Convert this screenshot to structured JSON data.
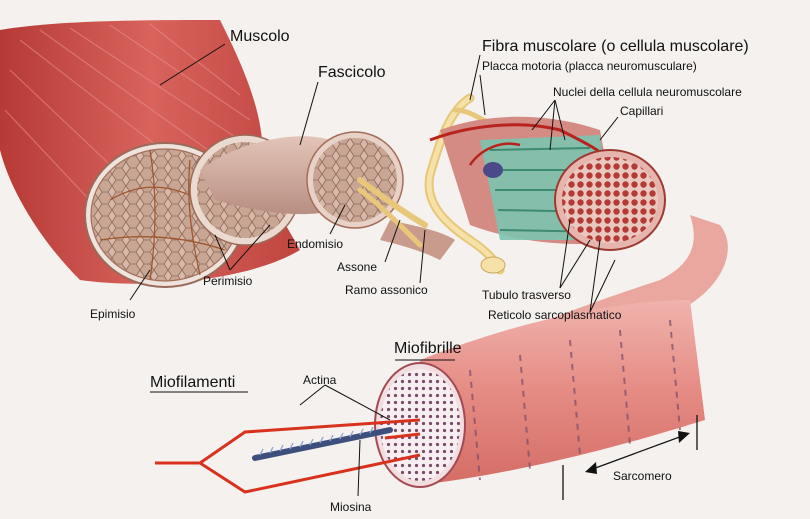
{
  "labels": {
    "muscolo": "Muscolo",
    "fascicolo": "Fascicolo",
    "fibra": "Fibra muscolare (o cellula muscolare)",
    "placca": "Placca motoria (placca neuromusculare)",
    "nuclei": "Nuclei della cellula neuromuscolare",
    "capillari": "Capillari",
    "endomisio": "Endomisio",
    "perimisio": "Perimisio",
    "epimisio": "Epimisio",
    "assone": "Assone",
    "ramo": "Ramo assonico",
    "tubulo": "Tubulo trasverso",
    "reticolo": "Reticolo sarcoplasmatico",
    "miofibrille": "Miofibrille",
    "miofilamenti": "Miofilamenti",
    "actina": "Actina",
    "miosina": "Miosina",
    "sarcomero": "Sarcomero"
  },
  "colors": {
    "muscle_red": "#c9504a",
    "muscle_pink": "#e6a29a",
    "fascicle_tan": "#c8a79a",
    "nerve_yellow": "#f1d48a",
    "capillary_red": "#b8231e",
    "reticulum_green": "#5aa389",
    "myosin_blue": "#3d4f7c",
    "actin_red": "#d8321f"
  }
}
